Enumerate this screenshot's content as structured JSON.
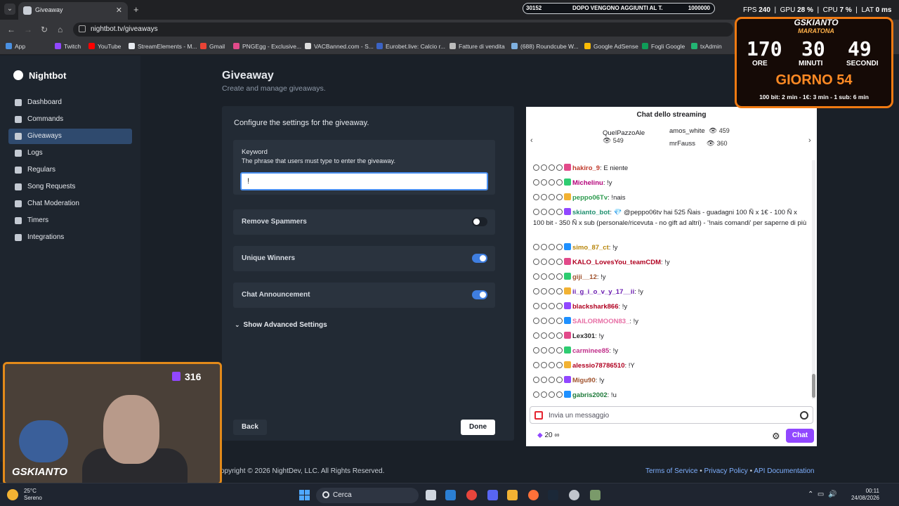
{
  "browser": {
    "tab_title": "Giveaway",
    "url": "nightbot.tv/giveaways",
    "bookmarks": [
      {
        "label": "App",
        "color": "#4a90e2"
      },
      {
        "label": "Twitch",
        "color": "#9147ff"
      },
      {
        "label": "YouTube",
        "color": "#ff0000"
      },
      {
        "label": "StreamElements - M...",
        "color": "#e6e9ee"
      },
      {
        "label": "Gmail",
        "color": "#ea4335"
      },
      {
        "label": "PNGEgg - Exclusive...",
        "color": "#e24a8a"
      },
      {
        "label": "VACBanned.com - S...",
        "color": "#dddddd"
      },
      {
        "label": "Eurobet.live: Calcio r...",
        "color": "#3b63c4"
      },
      {
        "label": "Fatture di vendita",
        "color": "#bbbbbb"
      },
      {
        "label": "(688) Roundcube W...",
        "color": "#7fb0e0"
      },
      {
        "label": "Google AdSense",
        "color": "#fbbc05"
      },
      {
        "label": "Fogli Google",
        "color": "#0f9d58"
      },
      {
        "label": "txAdmin",
        "color": "#22b573"
      }
    ]
  },
  "overlay": {
    "ticker_count": "30152",
    "ticker_text": "DOPO VENGONO AGGIUNTI AL T.",
    "ticker_goal": "1000000",
    "fps_label": "FPS",
    "fps": "240",
    "gpu_label": "GPU",
    "gpu": "28 %",
    "cpu_label": "CPU",
    "cpu": "7 %",
    "lat_label": "LAT",
    "lat": "0 ms"
  },
  "timer": {
    "brand": "GSKIANTO",
    "subtitle": "MARATONA",
    "hours": "170",
    "minutes": "30",
    "seconds": "49",
    "hours_label": "ORE",
    "minutes_label": "MINUTI",
    "seconds_label": "SECONDI",
    "day": "GIORNO 54",
    "rates": "100 bit: 2 min - 1€: 3 min - 1 sub: 6 min"
  },
  "sidebar": {
    "brand": "Nightbot",
    "items": [
      {
        "label": "Dashboard",
        "active": false
      },
      {
        "label": "Commands",
        "active": false
      },
      {
        "label": "Giveaways",
        "active": true
      },
      {
        "label": "Logs",
        "active": false
      },
      {
        "label": "Regulars",
        "active": false
      },
      {
        "label": "Song Requests",
        "active": false
      },
      {
        "label": "Chat Moderation",
        "active": false
      },
      {
        "label": "Timers",
        "active": false
      },
      {
        "label": "Integrations",
        "active": false
      }
    ]
  },
  "main": {
    "title": "Giveaway",
    "subtitle": "Create and manage giveaways.",
    "card_heading": "Configure the settings for the giveaway.",
    "keyword_label": "Keyword",
    "keyword_help": "The phrase that users must type to enter the giveaway.",
    "keyword_value": "!",
    "remove_spammers": "Remove Spammers",
    "unique_winners": "Unique Winners",
    "chat_announcement": "Chat Announcement",
    "advanced": "Show Advanced Settings",
    "back": "Back",
    "done": "Done"
  },
  "toggles": {
    "remove_spammers": false,
    "unique_winners": true,
    "chat_announcement": true
  },
  "footer": {
    "copyright": "opyright © 2026 NightDev, LLC. All Rights Reserved.",
    "terms": "Terms of Service",
    "privacy": "Privacy Policy",
    "api": "API Documentation",
    "sep": "•"
  },
  "chat": {
    "title": "Chat dello streaming",
    "top_users": [
      {
        "name": "QuelPazzoAle",
        "count": "549"
      },
      {
        "name": "amos_white",
        "count": "459"
      },
      {
        "name": "mrFauss",
        "count": "360"
      }
    ],
    "messages": [
      {
        "user": "hakiro_9",
        "color": "#c0392b",
        "text": ": E niente"
      },
      {
        "user": "Michelinu",
        "color": "#b4007a",
        "text": ": !y"
      },
      {
        "user": "peppo06Tv",
        "color": "#2e9b4f",
        "text": ": !nais"
      },
      {
        "user": "skianto_bot",
        "color": "#1e8f6e",
        "text": ": 💎 @peppo06tv hai 525 Ñais - guadagni 100 Ñ x 1€ - 100 Ñ x 100 bit - 350 Ñ x sub (personale/ricevuta - no gift ad altri) - '!nais comandi' per saperne di più"
      },
      {
        "user": "simo_87_ct",
        "color": "#b8860b",
        "text": ": !y"
      },
      {
        "user": "KALO_LovesYou_teamCDM",
        "color": "#b00020",
        "text": ": !y"
      },
      {
        "user": "giji__12",
        "color": "#a0522d",
        "text": ": !y"
      },
      {
        "user": "ii_g_i_o_v_y_17__ii",
        "color": "#6a1bb0",
        "text": ": !y"
      },
      {
        "user": "blackshark866",
        "color": "#b00020",
        "text": ": !y"
      },
      {
        "user": "SAILORMOON83_",
        "color": "#e76fa5",
        "text": ": !y"
      },
      {
        "user": "Lex301",
        "color": "#2a2a2a",
        "text": ": !y"
      },
      {
        "user": "carminee85",
        "color": "#c0308a",
        "text": ": !y"
      },
      {
        "user": "alessio78786510",
        "color": "#b00020",
        "text": ": !Y"
      },
      {
        "user": "Migu90",
        "color": "#a0522d",
        "text": ": !y"
      },
      {
        "user": "gabris2002",
        "color": "#1e7a3a",
        "text": ": !u"
      }
    ],
    "input_placeholder": "Invia un messaggio",
    "points": "20",
    "infinity": "∞",
    "send": "Chat"
  },
  "webcam": {
    "viewers": "316",
    "logo": "GSKIANTO"
  },
  "taskbar": {
    "temp": "25°C",
    "weather": "Sereno",
    "search": "Cerca",
    "time": "00:11",
    "date": "24/08/2026"
  }
}
